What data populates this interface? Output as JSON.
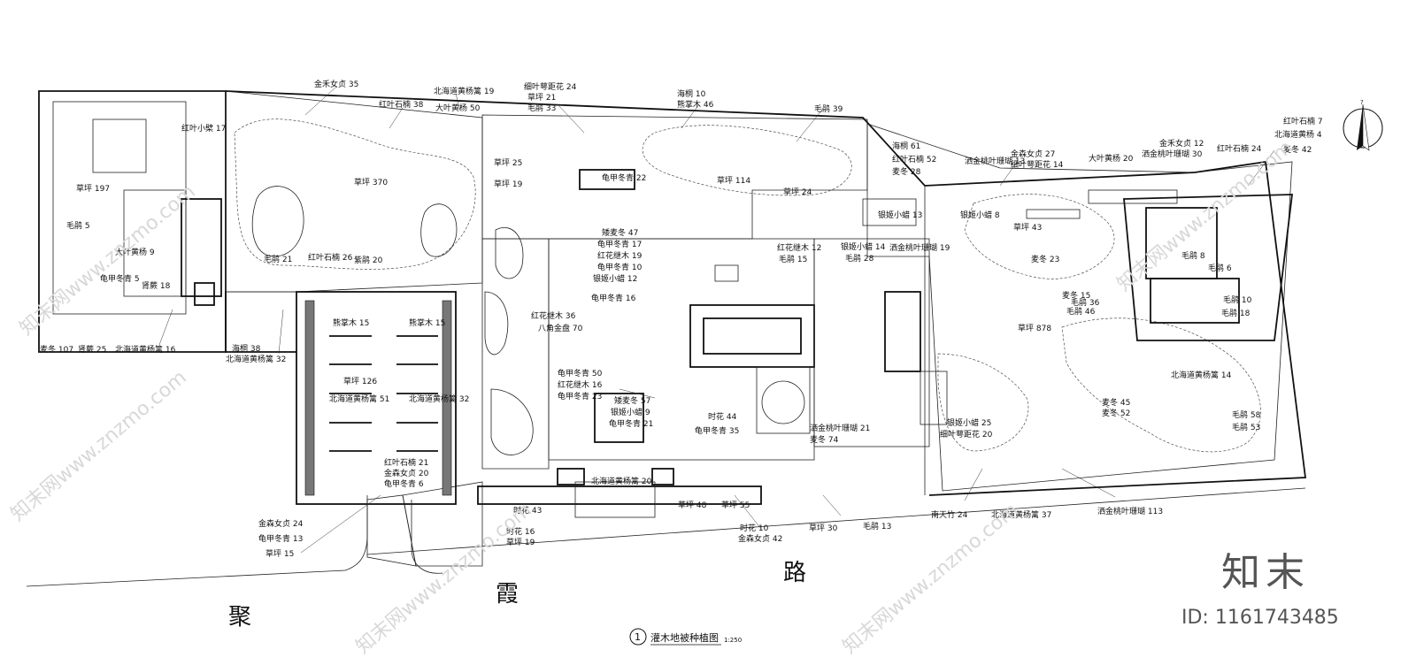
{
  "title": {
    "number": "1",
    "name": "灌木地被种植图",
    "scale": "1:250"
  },
  "north_symbol": "?",
  "roads": [
    "聚",
    "霞",
    "路"
  ],
  "brand": {
    "logo": "知末",
    "id": "ID: 1161743485"
  },
  "watermark": "知末网www.znzmo.com",
  "labels": [
    "金禾女贞 35",
    "红叶石楠 38",
    "北海道黄杨篱 19",
    "大叶黄杨 50",
    "细叶萼距花 24",
    "草坪 21",
    "毛鹃 33",
    "海桐 10",
    "熊掌木 46",
    "毛鹃 39",
    "海桐 61",
    "红叶石楠 52",
    "麦冬 28",
    "洒金桃叶珊瑚 13",
    "金森女贞 27",
    "细叶萼距花 14",
    "大叶黄杨 20",
    "金禾女贞 12",
    "洒金桃叶珊瑚 30",
    "红叶石楠 24",
    "红叶石楠 7",
    "北海道黄杨 4",
    "麦冬 42",
    "红叶小檗 17",
    "草坪 197",
    "毛鹃 5",
    "大叶黄杨 9",
    "龟甲冬青 5",
    "肾蕨 18",
    "麦冬 107",
    "肾蕨 25",
    "北海道黄杨篱 16",
    "海桐 38",
    "北海道黄杨篱 32",
    "草坪 370",
    "毛鹃 21",
    "红叶石楠 26",
    "紫鹃 20",
    "熊掌木 15",
    "熊掌木 15",
    "草坪 126",
    "北海道黄杨篱 51",
    "北海道黄杨篱 32",
    "红叶石楠 21",
    "金森女贞 20",
    "龟甲冬青 6",
    "金森女贞 24",
    "龟甲冬青 13",
    "草坪 15",
    "草坪 25",
    "草坪 19",
    "龟甲冬青 22",
    "矮麦冬 47",
    "龟甲冬青 17",
    "红花继木 19",
    "龟甲冬青 10",
    "银姬小蜡 12",
    "龟甲冬青 16",
    "红花继木 36",
    "八角金盘 70",
    "龟甲冬青 50",
    "红花继木 16",
    "龟甲冬青 23",
    "矮麦冬 57",
    "银姬小蜡 9",
    "龟甲冬青 21",
    "草坪 114",
    "草坪 24",
    "红花继木 12",
    "毛鹃 15",
    "银姬小蜡 14",
    "毛鹃 28",
    "洒金桃叶珊瑚 19",
    "银姬小蜡 13",
    "银姬小蜡 8",
    "草坪 43",
    "时花 44",
    "龟甲冬青 35",
    "洒金桃叶珊瑚 21",
    "麦冬 74",
    "银姬小蜡 25",
    "细叶萼距花 20",
    "北海道黄杨篱 20",
    "草坪 48",
    "草坪 55",
    "时花 43",
    "时花 16",
    "草坪 19",
    "时花 10",
    "金森女贞 42",
    "草坪 30",
    "毛鹃 13",
    "南天竹 24",
    "北海道黄杨篱 37",
    "洒金桃叶珊瑚 113",
    "草坪 878",
    "北海道黄杨篱 14",
    "毛鹃 8",
    "毛鹃 6",
    "毛鹃 10",
    "毛鹃 18",
    "麦冬 15",
    "毛鹃 46",
    "毛鹃 36",
    "毛鹃 53",
    "毛鹃 58",
    "麦冬 45",
    "麦冬 52",
    "麦冬 23"
  ]
}
